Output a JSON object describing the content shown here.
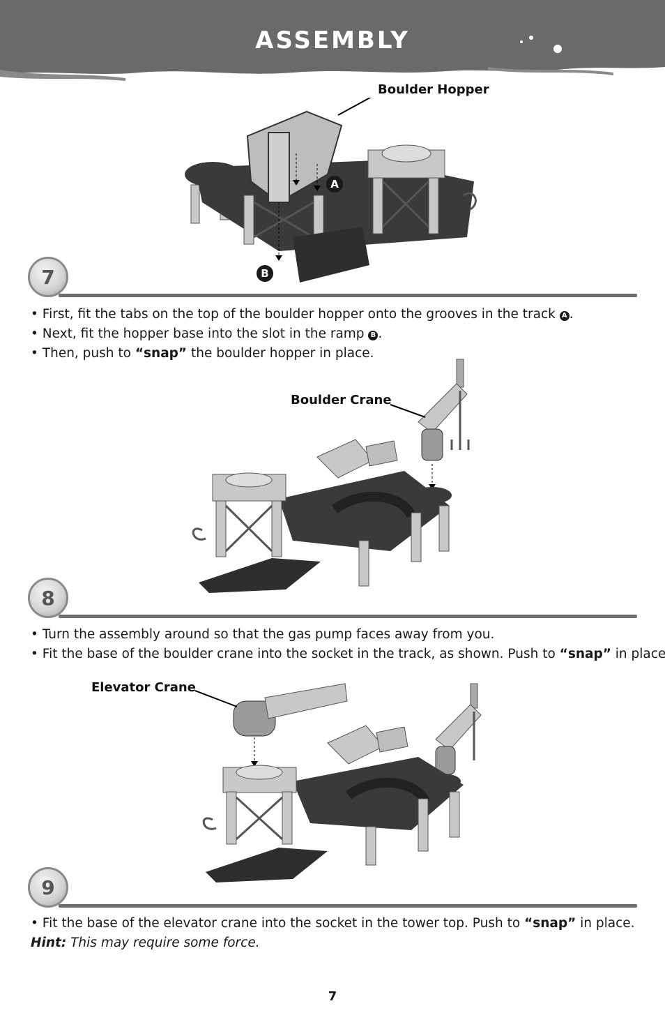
{
  "header": {
    "title": "ASSEMBLY"
  },
  "steps": [
    {
      "number": "7",
      "callouts": {
        "main": "Boulder Hopper",
        "a": "A",
        "b": "B"
      },
      "lines": [
        {
          "pre": "• First, fit the tabs on the top of the boulder hopper onto the grooves in the track ",
          "badge": "A",
          "post": "."
        },
        {
          "pre": "• Next, fit the hopper base into the slot in the ramp ",
          "badge": "B",
          "post": "."
        },
        {
          "pre": "• Then, push to ",
          "bold": "“snap”",
          "post": " the boulder hopper in place."
        }
      ]
    },
    {
      "number": "8",
      "callouts": {
        "main": "Boulder Crane"
      },
      "lines": [
        {
          "pre": "• Turn the assembly around so that the gas pump faces away from you."
        },
        {
          "pre": "• Fit the base of the boulder crane into the socket in the track, as shown. Push to ",
          "bold": "“snap”",
          "post": " in place."
        }
      ]
    },
    {
      "number": "9",
      "callouts": {
        "main": "Elevator Crane"
      },
      "lines": [
        {
          "pre": "• Fit the base of the elevator crane into the socket in the tower top. Push to ",
          "bold": "“snap”",
          "post": " in place."
        }
      ],
      "hint": {
        "label": "Hint:",
        "text": " This may require some force."
      }
    }
  ],
  "page_number": "7",
  "colors": {
    "banner": "#6a6a6a",
    "rule": "#6e6e6e",
    "dark_part": "#3a3a3a",
    "light_part": "#c8c8c8"
  }
}
